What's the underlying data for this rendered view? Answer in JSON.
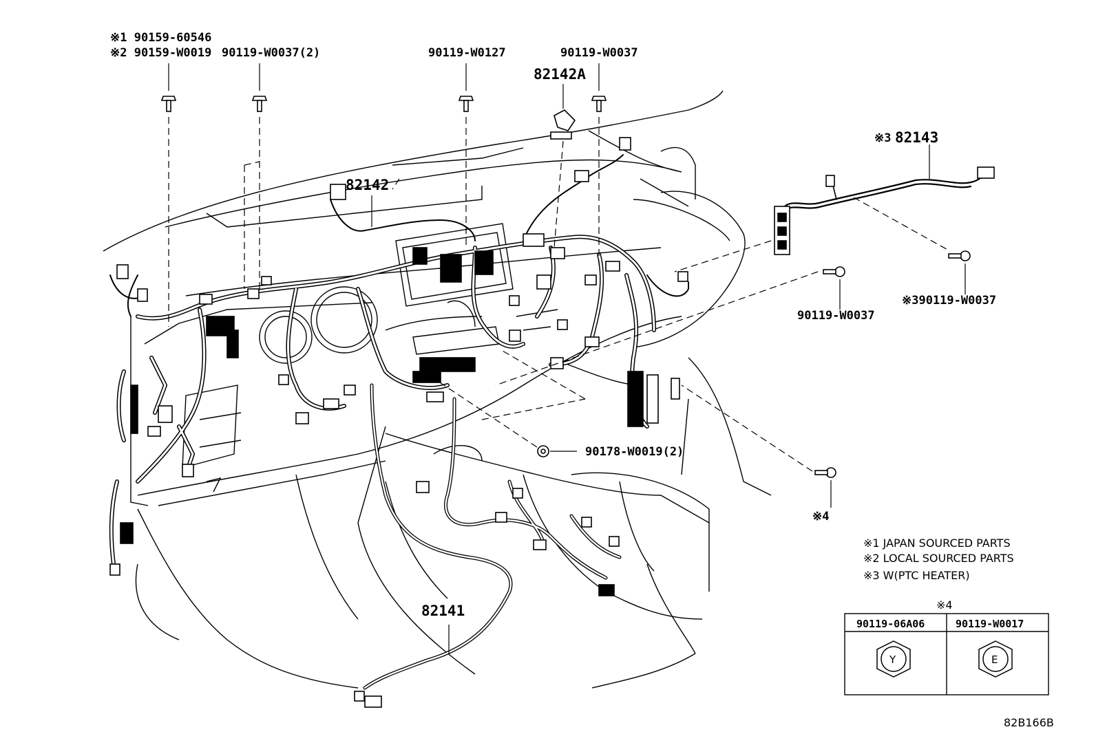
{
  "diagram_code": "82B166B",
  "callouts": {
    "bolt_note1_part": "※1 90159-60546",
    "bolt_note2_part": "※2 90159-W0019",
    "bolt_2_qty": "90119-W0037(2)",
    "bolt_center": "90119-W0127",
    "bolt_right": "90119-W0037",
    "part_82142A": "82142A",
    "part_82142": "82142",
    "part_82143": "82143",
    "part_82143_mark": "※3",
    "bolt_side": "90119-W0037",
    "bolt_side_ptc": "※390119-W0037",
    "clip": "90178-W0019(2)",
    "note4_mark": "※4",
    "part_82141": "82141"
  },
  "notes": [
    "※1 JAPAN SOURCED PARTS",
    "※2 LOCAL SOURCED PARTS",
    "※3 W(PTC HEATER)"
  ],
  "table": {
    "title": "※4",
    "columns": [
      {
        "part": "90119-06A06",
        "mark": "Y"
      },
      {
        "part": "90119-W0017",
        "mark": "E"
      }
    ]
  }
}
